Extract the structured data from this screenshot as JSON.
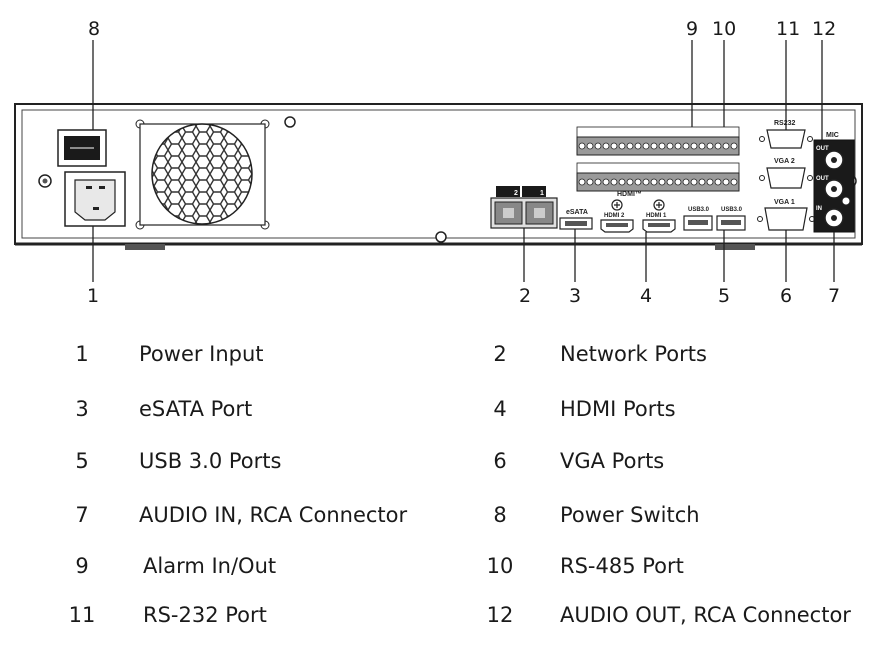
{
  "callouts": {
    "c1": "1",
    "c2": "2",
    "c3": "3",
    "c4": "4",
    "c5": "5",
    "c6": "6",
    "c7": "7",
    "c8": "8",
    "c9": "9",
    "c10": "10",
    "c11": "11",
    "c12": "12"
  },
  "panel_labels": {
    "esata": "eSATA",
    "hdmi_logo": "HDMI™",
    "hdmi2": "HDMI 2",
    "hdmi1": "HDMI 1",
    "usb_a": "USB3.0",
    "usb_b": "USB3.0",
    "rs232": "RS232",
    "vga2": "VGA 2",
    "vga1": "VGA 1",
    "mic": "MIC",
    "out2": "OUT",
    "out1": "OUT",
    "in": "IN",
    "lan2": "2",
    "lan1": "1"
  },
  "legend": [
    {
      "num": "1",
      "label": "Power Input"
    },
    {
      "num": "2",
      "label": "Network Ports"
    },
    {
      "num": "3",
      "label": "eSATA Port"
    },
    {
      "num": "4",
      "label": "HDMI Ports"
    },
    {
      "num": "5",
      "label": "USB 3.0 Ports"
    },
    {
      "num": "6",
      "label": "VGA Ports"
    },
    {
      "num": "7",
      "label": "AUDIO IN, RCA Connector"
    },
    {
      "num": "8",
      "label": "Power Switch"
    },
    {
      "num": "9",
      "label": "Alarm In/Out"
    },
    {
      "num": "10",
      "label": "RS-485 Port"
    },
    {
      "num": "11",
      "label": "RS-232 Port"
    },
    {
      "num": "12",
      "label": "AUDIO OUT, RCA Connector"
    }
  ]
}
